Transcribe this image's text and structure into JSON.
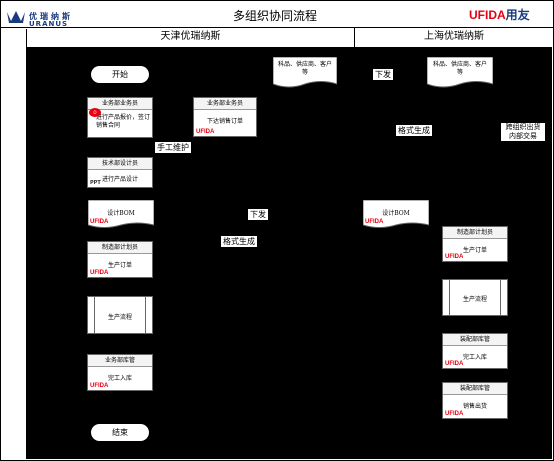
{
  "header": {
    "logo_left_cn": "优瑞纳斯",
    "logo_left_en": "URANUS",
    "title": "多组织协同流程",
    "logo_right_brand": "UFIDA",
    "logo_right_cn": "用友"
  },
  "lanes": [
    "天津优瑞纳斯",
    "上海优瑞纳斯"
  ],
  "colors": {
    "brand_red": "#e60012",
    "brand_blue": "#1a3b82",
    "canvas": "#000000"
  },
  "nodes": {
    "start": "开始",
    "end": "结束",
    "sales_order_op": {
      "header": "业务部业务员",
      "body": "进行产品报价，签订销售合同"
    },
    "issue_order_op": {
      "header": "业务部业务员",
      "body": "下达销售订单",
      "badge": "UFIDA"
    },
    "tech_design": {
      "header": "技术部设计员",
      "body": "进行产品设计",
      "badge": "PPT"
    },
    "design_bom_tj": {
      "body": "设计BOM",
      "badge": "UFIDA"
    },
    "prod_order_tj": {
      "header": "制造部计划员",
      "body": "生产订单",
      "badge": "UFIDA"
    },
    "production_tj": "生产流程",
    "warehouse_tj": {
      "header": "业务部库管",
      "body": "完工入库",
      "badge": "UFIDA"
    },
    "doc_tj": "科品、供应商、客户等",
    "doc_sh": "科品、供应商、客户等",
    "design_bom_sh": {
      "body": "设计BOM",
      "badge": "UFIDA"
    },
    "prod_order_sh": {
      "header": "制造部计划员",
      "body": "生产订单",
      "badge": "UFIDA"
    },
    "production_sh": "生产流程",
    "warehouse_in_sh": {
      "header": "装配部库管",
      "body": "完工入库",
      "badge": "UFIDA"
    },
    "warehouse_out_sh": {
      "header": "装配部库管",
      "body": "销售出货",
      "badge": "UFIDA"
    }
  },
  "labels": {
    "manual": "手工维护",
    "issue1": "下发",
    "issue2": "下发",
    "gen1": "格式生成",
    "gen2": "格式生成",
    "cross": "跨组织出货内部交易"
  }
}
